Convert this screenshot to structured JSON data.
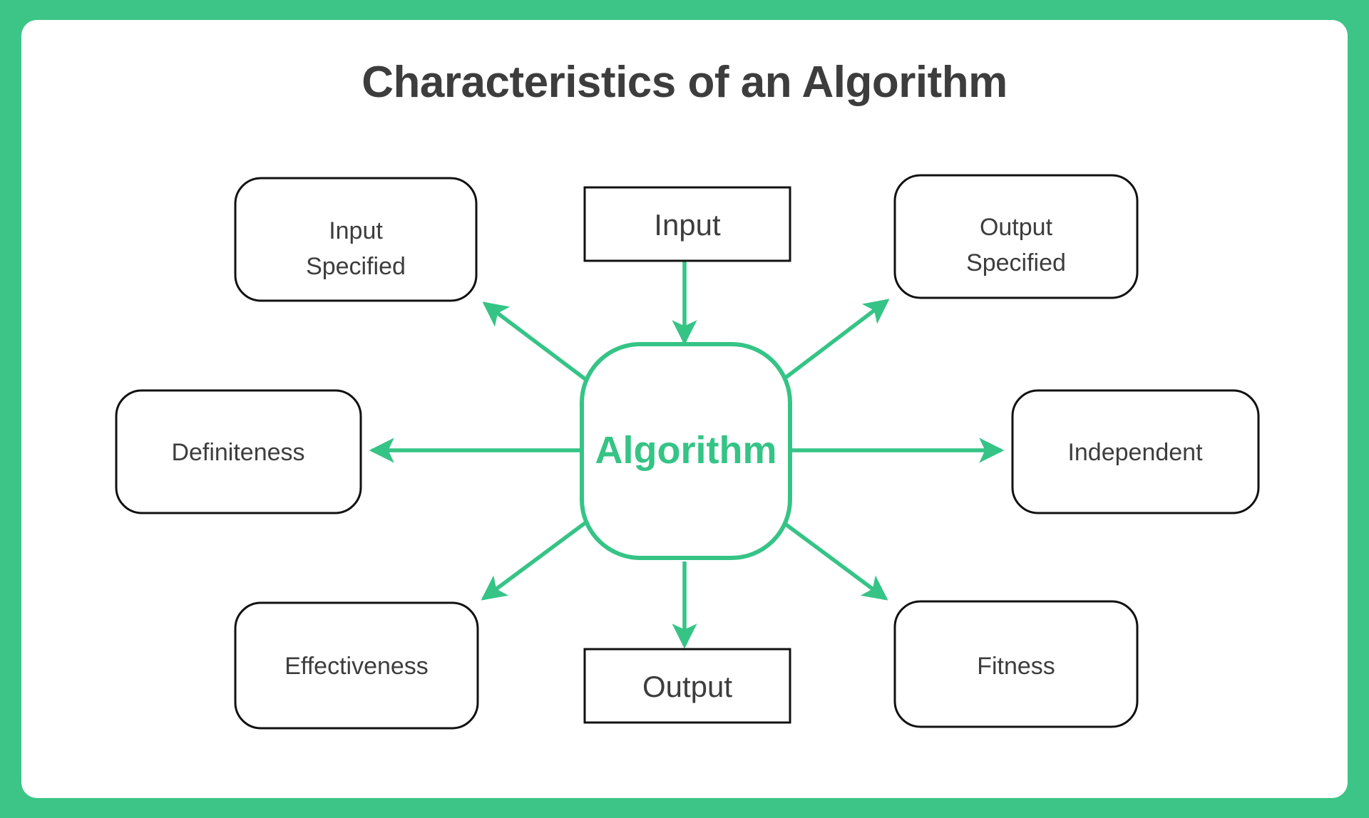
{
  "frame": {
    "border_color": "#3CC586",
    "card_background": "#ffffff"
  },
  "header": {
    "title": "Characteristics of an Algorithm",
    "title_color": "#3d3d3d"
  },
  "theme": {
    "accent": "#35C486",
    "node_border": "#111111",
    "node_text": "#3d3d3d",
    "center_text": "#35C486"
  },
  "chart_data": {
    "type": "diagram",
    "title": "Characteristics of an Algorithm",
    "center_node": {
      "label": "Algorithm",
      "shape": "rounded-square",
      "border_color": "#35C486",
      "text_color": "#35C486"
    },
    "nodes": [
      {
        "id": "input-specified",
        "label_line1": "Input",
        "label_line2": "Specified",
        "shape": "rounded-rect",
        "position": "top-left"
      },
      {
        "id": "input",
        "label_line1": "Input",
        "label_line2": "",
        "shape": "rect",
        "position": "top-center"
      },
      {
        "id": "output-specified",
        "label_line1": "Output",
        "label_line2": "Specified",
        "shape": "rounded-rect",
        "position": "top-right"
      },
      {
        "id": "definiteness",
        "label_line1": "Definiteness",
        "label_line2": "",
        "shape": "rounded-rect",
        "position": "middle-left"
      },
      {
        "id": "independent",
        "label_line1": "Independent",
        "label_line2": "",
        "shape": "rounded-rect",
        "position": "middle-right"
      },
      {
        "id": "effectiveness",
        "label_line1": "Effectiveness",
        "label_line2": "",
        "shape": "rounded-rect",
        "position": "bottom-left"
      },
      {
        "id": "output",
        "label_line1": "Output",
        "label_line2": "",
        "shape": "rect",
        "position": "bottom-center"
      },
      {
        "id": "fitness",
        "label_line1": "Fitness",
        "label_line2": "",
        "shape": "rounded-rect",
        "position": "bottom-right"
      }
    ],
    "edges": [
      {
        "from": "input",
        "to": "algorithm",
        "direction": "down",
        "arrow": "end"
      },
      {
        "from": "algorithm",
        "to": "input-specified",
        "direction": "up-left",
        "arrow": "end"
      },
      {
        "from": "algorithm",
        "to": "output-specified",
        "direction": "up-right",
        "arrow": "end"
      },
      {
        "from": "algorithm",
        "to": "definiteness",
        "direction": "left",
        "arrow": "end"
      },
      {
        "from": "algorithm",
        "to": "independent",
        "direction": "right",
        "arrow": "end"
      },
      {
        "from": "algorithm",
        "to": "effectiveness",
        "direction": "down-left",
        "arrow": "end"
      },
      {
        "from": "algorithm",
        "to": "fitness",
        "direction": "down-right",
        "arrow": "end"
      },
      {
        "from": "algorithm",
        "to": "output",
        "direction": "down",
        "arrow": "end"
      }
    ],
    "legend": [],
    "annotations": []
  }
}
